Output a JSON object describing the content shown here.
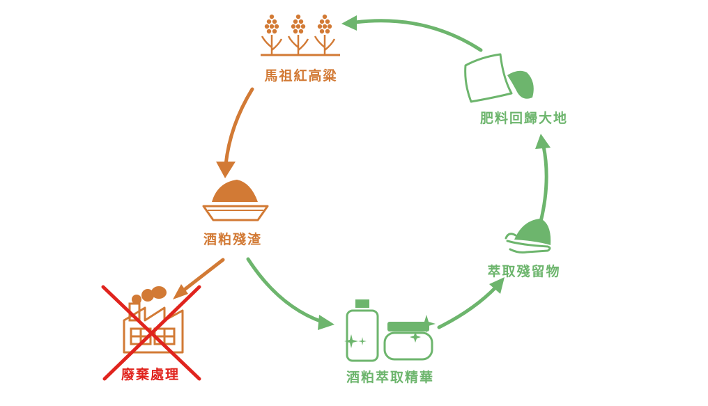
{
  "colors": {
    "orange": "#D27A35",
    "green": "#6DB56D",
    "red": "#E0241E"
  },
  "nodes": {
    "sorghum": {
      "label": "馬祖紅高粱",
      "icon": "sorghum-plant-icon"
    },
    "residue": {
      "label": "酒粕殘渣",
      "icon": "residue-bowl-icon"
    },
    "waste": {
      "label": "廢棄處理",
      "icon": "factory-icon"
    },
    "extract": {
      "label": "酒粕萃取精華",
      "icon": "cosmetic-bottles-icon"
    },
    "remnant": {
      "label": "萃取殘留物",
      "icon": "hand-holding-residue-icon"
    },
    "fertilizer": {
      "label": "肥料回歸大地",
      "icon": "fertilizer-bag-icon"
    }
  },
  "waste_crossed_out": true
}
